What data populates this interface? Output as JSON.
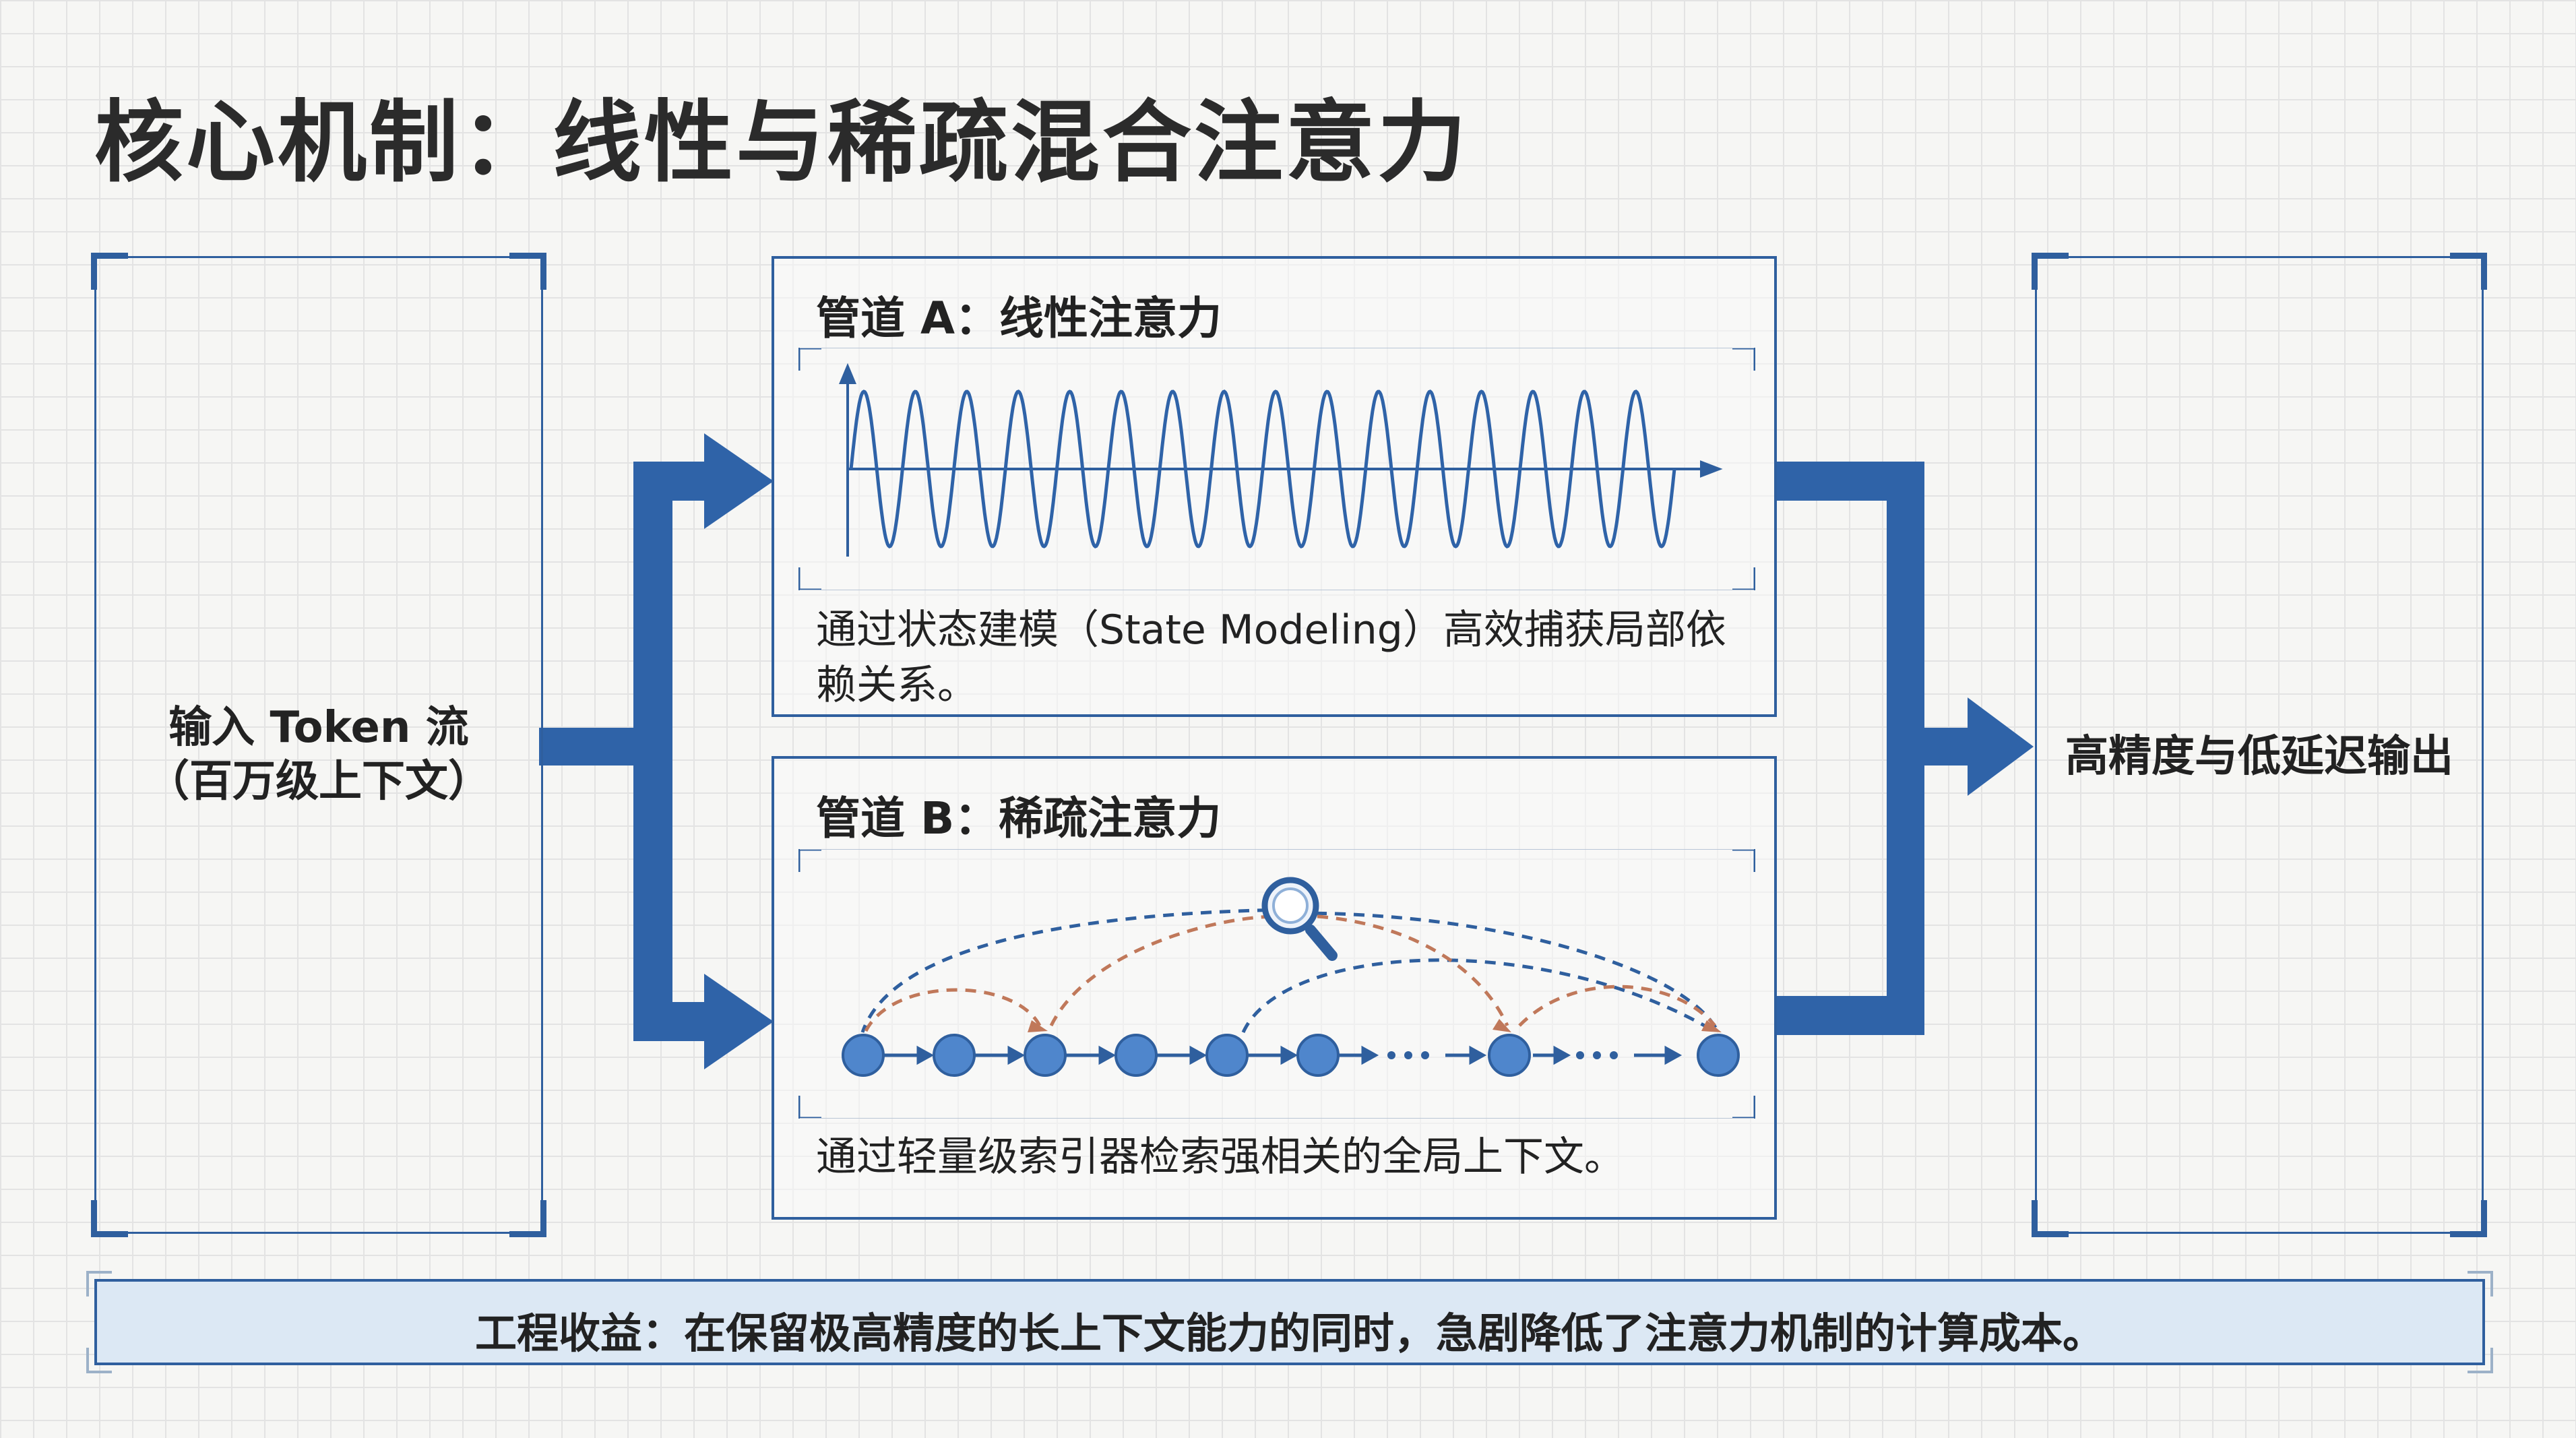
{
  "title": "核心机制：线性与稀疏混合注意力",
  "input_box": {
    "line1": "输入 Token 流",
    "line2": "（百万级上下文）"
  },
  "output_box": {
    "label": "高精度与低延迟输出"
  },
  "pipeline_a": {
    "title": "管道 A：线性注意力",
    "description": "通过状态建模（State Modeling）高效捕获局部依赖关系。"
  },
  "pipeline_b": {
    "title": "管道 B：稀疏注意力",
    "description": "通过轻量级索引器检索强相关的全局上下文。"
  },
  "benefit": {
    "text": "工程收益：在保留极高精度的长上下文能力的同时，急剧降低了注意力机制的计算成本。"
  },
  "colors": {
    "accent_blue": "#2f63a8",
    "node_blue": "#4f86cc",
    "dashed_orange": "#c0785a",
    "dashed_blue": "#2f5f9e",
    "benefit_bg": "#dce8f4"
  },
  "icons": {
    "pipeline_b": "magnifier-icon"
  }
}
